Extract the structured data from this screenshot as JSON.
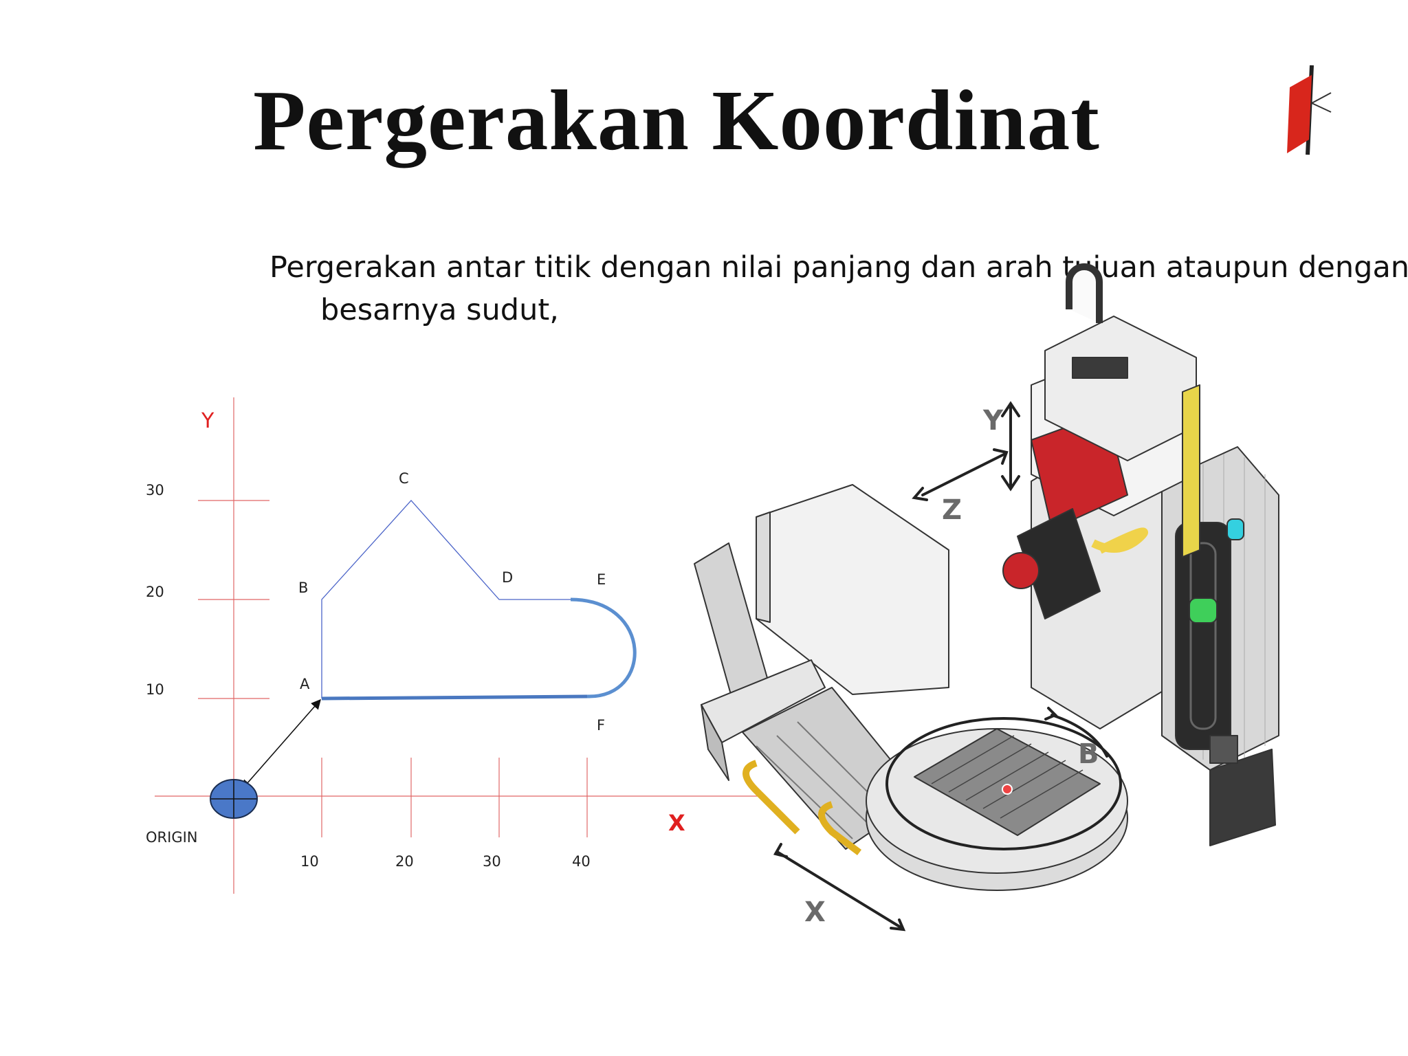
{
  "slide": {
    "title": "Pergerakan Koordinat",
    "body": "Pergerakan antar titik dengan nilai panjang dan arah tujuan ataupun dengan besarnya sudut,"
  },
  "coordinate_diagram": {
    "axis_x_label": "X",
    "axis_y_label": "Y",
    "origin_label": "ORIGIN",
    "x_ticks": [
      "10",
      "20",
      "30",
      "40"
    ],
    "y_ticks": [
      "10",
      "20",
      "30"
    ],
    "points": [
      {
        "label": "A",
        "x": 10,
        "y": 10
      },
      {
        "label": "B",
        "x": 10,
        "y": 20
      },
      {
        "label": "C",
        "x": 20,
        "y": 30
      },
      {
        "label": "D",
        "x": 30,
        "y": 20
      },
      {
        "label": "E",
        "x": 40,
        "y": 20
      },
      {
        "label": "F",
        "x": 40,
        "y": 10
      }
    ],
    "colors": {
      "axis": "#e06666",
      "path_thin": "#4a63c8",
      "path_thick": "#5b8fd0",
      "origin_fill": "#4a78c8",
      "axis_label": "#e02020"
    }
  },
  "machine_illustration": {
    "axis_labels": [
      "Y",
      "Z",
      "X",
      "B"
    ]
  }
}
